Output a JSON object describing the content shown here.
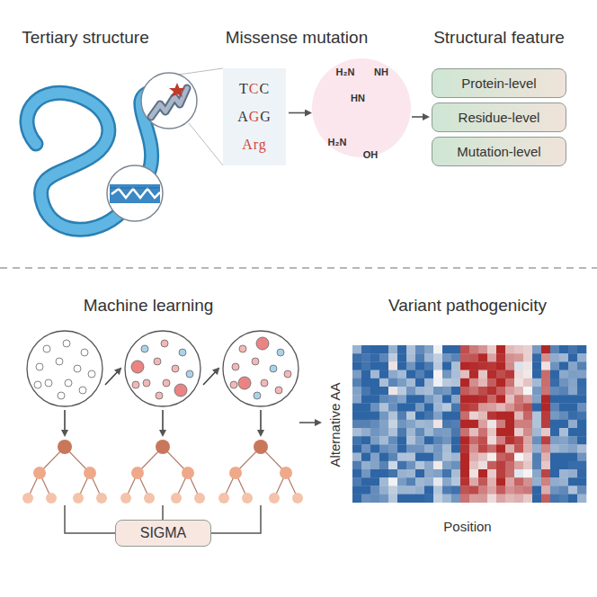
{
  "diagram": {
    "nodes": [
      {
        "text": [
          "TCC",
          "AGG",
          "Arg"
        ]
      },
      {
        "text": [
          "H₂N",
          "NH",
          "HN",
          "H₂N",
          "OH"
        ]
      },
      {
        "text": [
          "Protein-level"
        ]
      },
      {
        "text": [
          "Residue-level"
        ]
      },
      {
        "text": [
          "Mutation-level"
        ]
      },
      {
        "text": [
          "SIGMA"
        ]
      }
    ],
    "edges": [
      {
        "from": 0,
        "to": 1,
        "arrow": "to"
      }
    ],
    "labels": [
      "Tertiary structure",
      "Missense mutation",
      "Structural feature",
      "Machine learning",
      "Variant pathogenicity",
      "Alternative AA",
      "Position"
    ]
  }
}
